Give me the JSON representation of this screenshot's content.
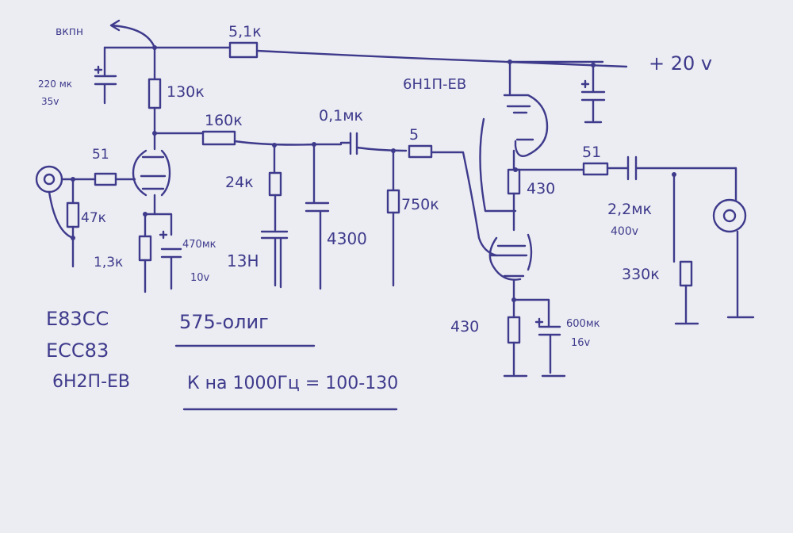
{
  "colors": {
    "paper": "#ecedf2",
    "ink": "#3e3a8c"
  },
  "labels": {
    "out_to_tube": "вкпн",
    "r_supply": "5,1к",
    "supply": "+ 20 v",
    "c_filter_value": "220 мк",
    "c_filter_voltage": "35v",
    "r_plate1": "130к",
    "tube2_type": "6Н1П-ЕВ",
    "r_series": "160к",
    "c_coupling": "0,1мк",
    "r_grid_stop1": "51",
    "r_input": "47к",
    "r_divider": "24к",
    "inductor": "13Н",
    "c_tank": "4300",
    "r_grid2": "750к",
    "r_grid_stop2": "5",
    "r_plate2": "430",
    "r_out_series": "51",
    "c_out_value": "2,2мк",
    "c_out_voltage": "400v",
    "r_load": "330к",
    "r_cathode1": "1,3к",
    "c_cathode1_value": "470мк",
    "c_cathode1_voltage": "10v",
    "r_cathode2": "430",
    "c_cathode2_value": "600мк",
    "c_cathode2_voltage": "16v"
  },
  "notes": {
    "tube_1": "E83CC",
    "tube_2": "ECC83",
    "tube_3": "6Н2П-ЕВ",
    "gain_ref": "575-олиг",
    "gain_formula": "К на 1000Гц = 100-130"
  }
}
